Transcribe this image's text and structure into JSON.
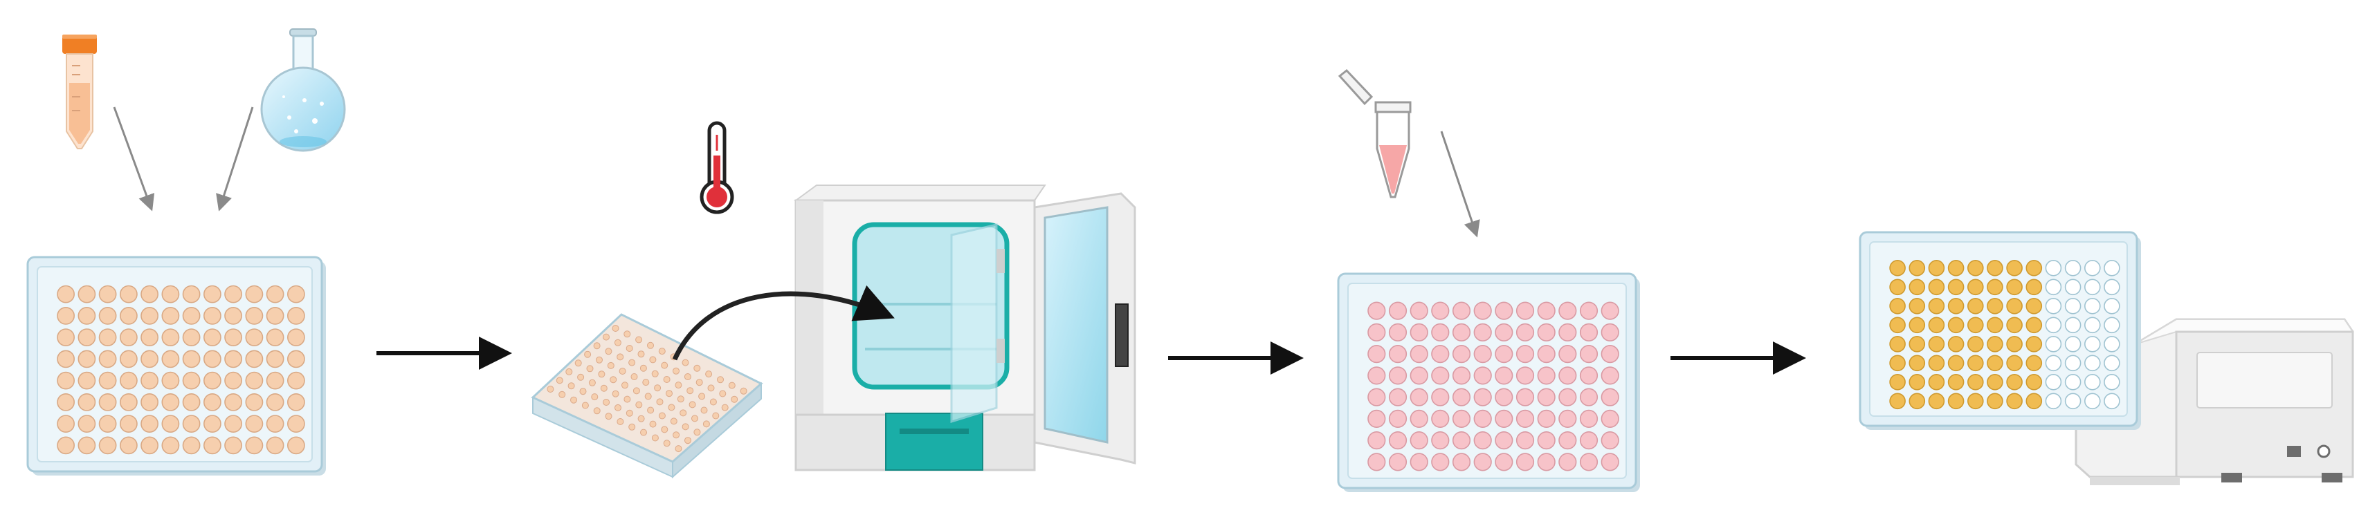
{
  "diagram": {
    "steps": [
      {
        "id": "step-1",
        "items": [
          "conical-tube-icon",
          "round-flask-icon",
          "well-plate-96-peach"
        ]
      },
      {
        "id": "step-2",
        "items": [
          "thermometer-icon",
          "tilted-well-plate",
          "incubator-icon"
        ]
      },
      {
        "id": "step-3",
        "items": [
          "microtube-icon",
          "well-plate-96-pink"
        ]
      },
      {
        "id": "step-4",
        "items": [
          "well-plate-96-yellow",
          "plate-reader-icon"
        ]
      }
    ],
    "plate": {
      "rows": 8,
      "cols": 12
    },
    "step_arrows": 3,
    "colors": {
      "peach_well": "#f6cfae",
      "pink_well": "#f7c3c9",
      "yellow_well": "#f0bc52",
      "plate_fill": "#e2f0f7",
      "plate_edge": "#a9cbd9",
      "incubator_teal": "#1aaea7",
      "tube_cap": "#f07f24",
      "thermo_red": "#e0303a",
      "arrow": "#111111",
      "thin_arrow": "#8a8a8a"
    },
    "yellow_plate_pattern": "cols-1-to-8-yellow-rest-empty"
  }
}
